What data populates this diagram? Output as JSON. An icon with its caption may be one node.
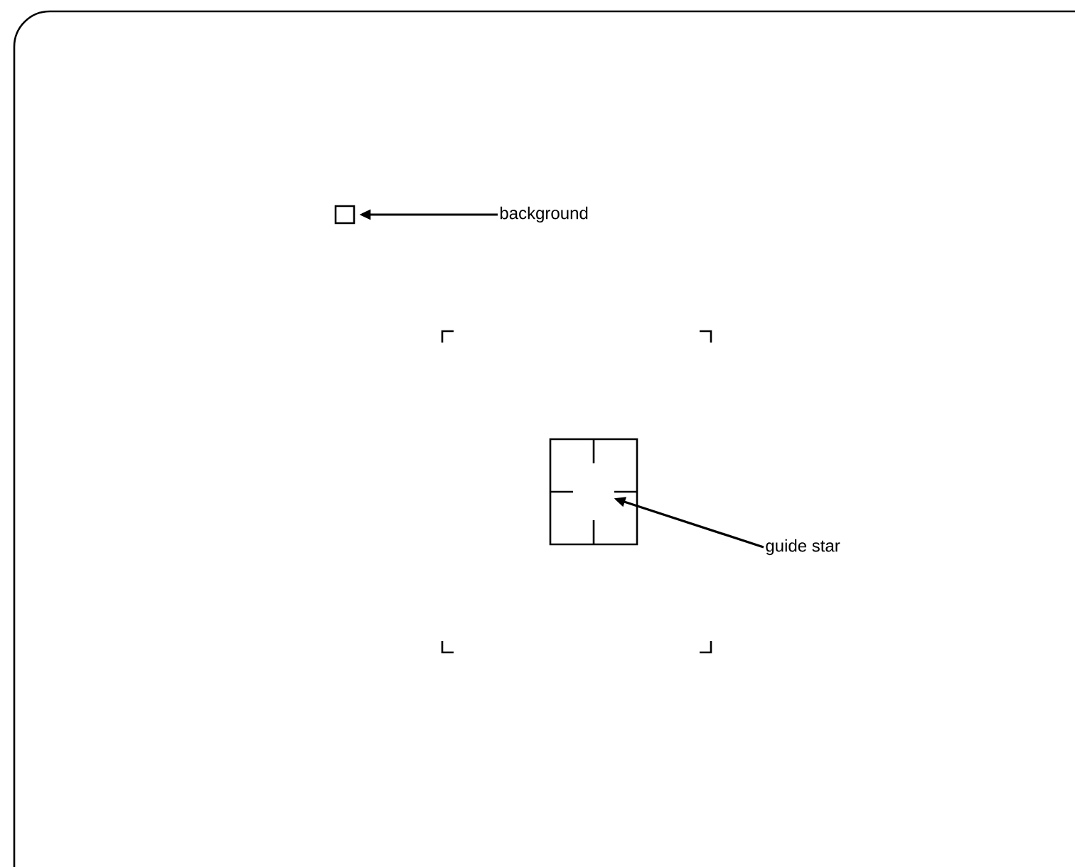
{
  "diagram": {
    "nodes": [
      {
        "text": [],
        "shape": "box"
      },
      {
        "text": [
          "background"
        ]
      },
      {
        "text": [],
        "shape": "box"
      },
      {
        "text": [
          "guide star"
        ]
      }
    ],
    "edges": [
      {
        "from": 1,
        "to": 0,
        "arrow": "to"
      },
      {
        "from": 3,
        "to": 2,
        "arrow": "to"
      }
    ]
  }
}
